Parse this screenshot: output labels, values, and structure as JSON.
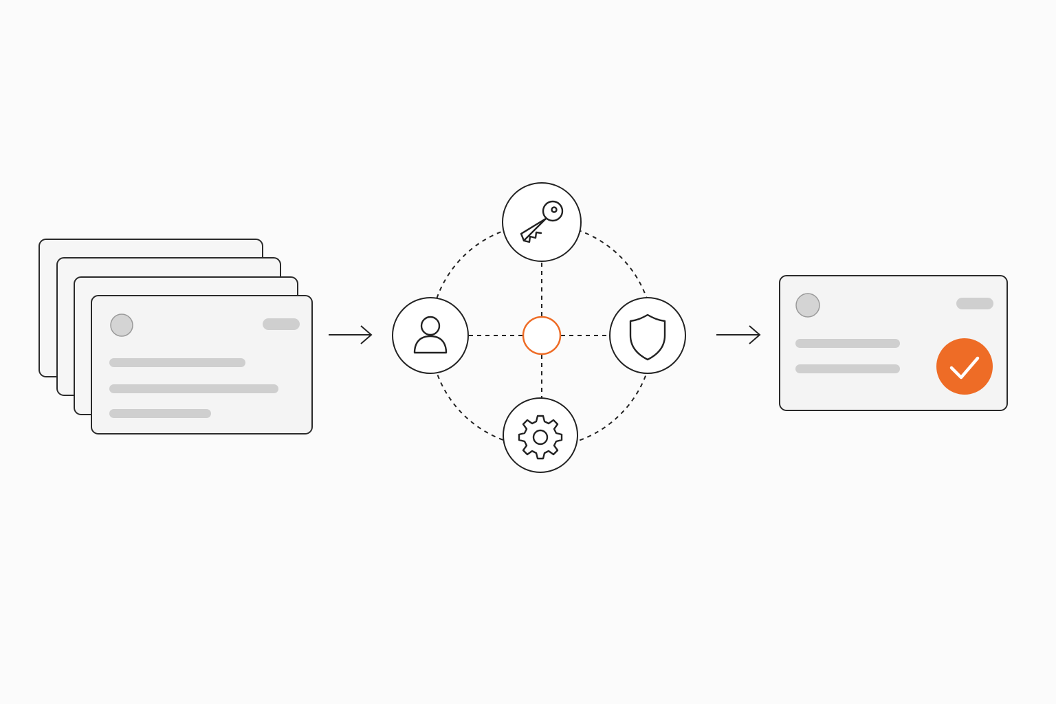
{
  "diagram": {
    "stages": [
      {
        "id": "input",
        "content": "stacked-cards",
        "card_count": 4
      },
      {
        "id": "hub",
        "content": "verification-hub",
        "nodes": [
          "key-icon",
          "person-icon",
          "shield-icon",
          "gear-icon"
        ],
        "center": "hub-center-node"
      },
      {
        "id": "output",
        "content": "verified-card",
        "badge": "checkmark-icon"
      }
    ],
    "connectors": [
      "arrow-right",
      "arrow-right"
    ]
  },
  "colors": {
    "background": "#fbfbfb",
    "stroke": "#222222",
    "card_fill": "#f4f4f4",
    "placeholder": "#cfcfcf",
    "accent": "#ee6c26",
    "node_fill": "#ffffff"
  }
}
